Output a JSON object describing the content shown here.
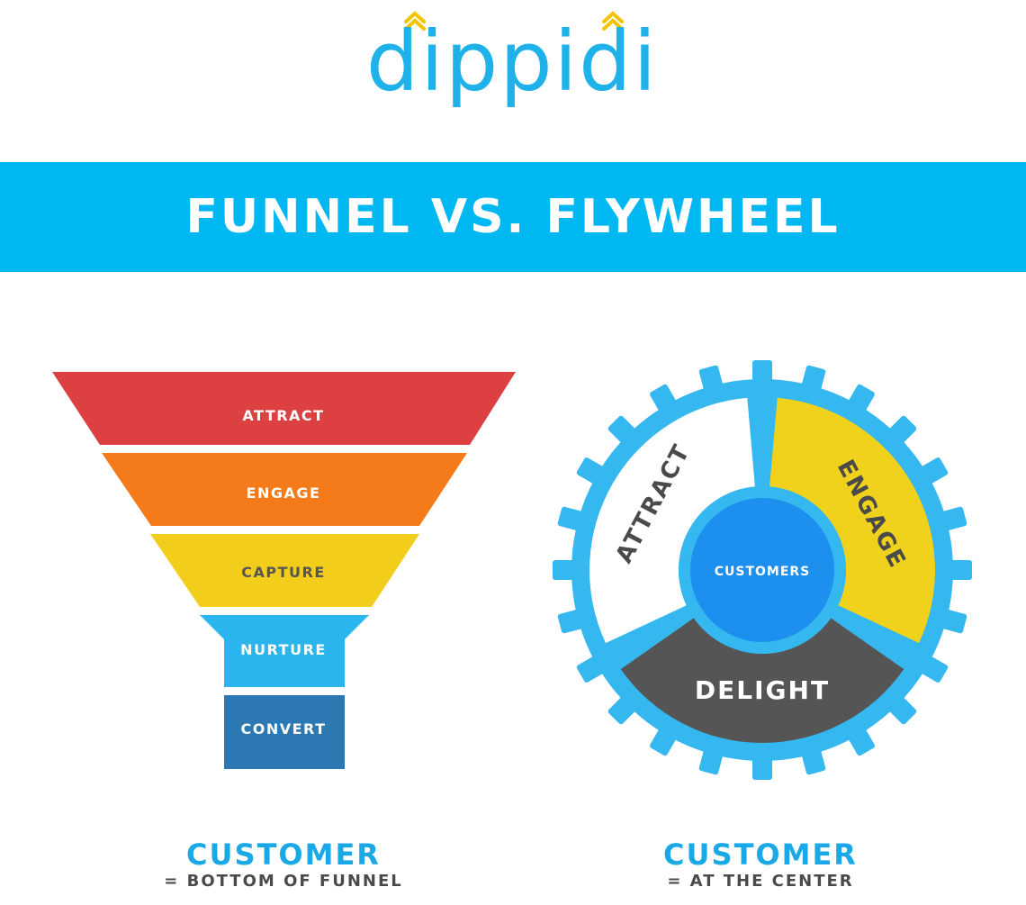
{
  "logo": {
    "text": "dippidi"
  },
  "banner": {
    "title": "FUNNEL VS. FLYWHEEL"
  },
  "funnel": {
    "stages": [
      {
        "label": "ATTRACT",
        "color": "#dc4040"
      },
      {
        "label": "ENGAGE",
        "color": "#f57a1a"
      },
      {
        "label": "CAPTURE",
        "color": "#f2cd1c"
      },
      {
        "label": "NURTURE",
        "color": "#2bb5ee"
      },
      {
        "label": "CONVERT",
        "color": "#2b78b2"
      }
    ]
  },
  "flywheel": {
    "gear_color": "#35b7ef",
    "segments": [
      {
        "label": "ATTRACT",
        "color": "#ffffff"
      },
      {
        "label": "ENGAGE",
        "color": "#f0d11c"
      },
      {
        "label": "DELIGHT",
        "color": "#555555"
      }
    ],
    "center": {
      "label": "CUSTOMERS",
      "color": "#1d8fef"
    }
  },
  "captions": {
    "left": {
      "title": "CUSTOMER",
      "subtitle": "= BOTTOM OF FUNNEL"
    },
    "right": {
      "title": "CUSTOMER",
      "subtitle": "= AT THE CENTER"
    }
  },
  "colors": {
    "brand_blue": "#00b8f1",
    "logo_arrow": "#f5c400"
  }
}
